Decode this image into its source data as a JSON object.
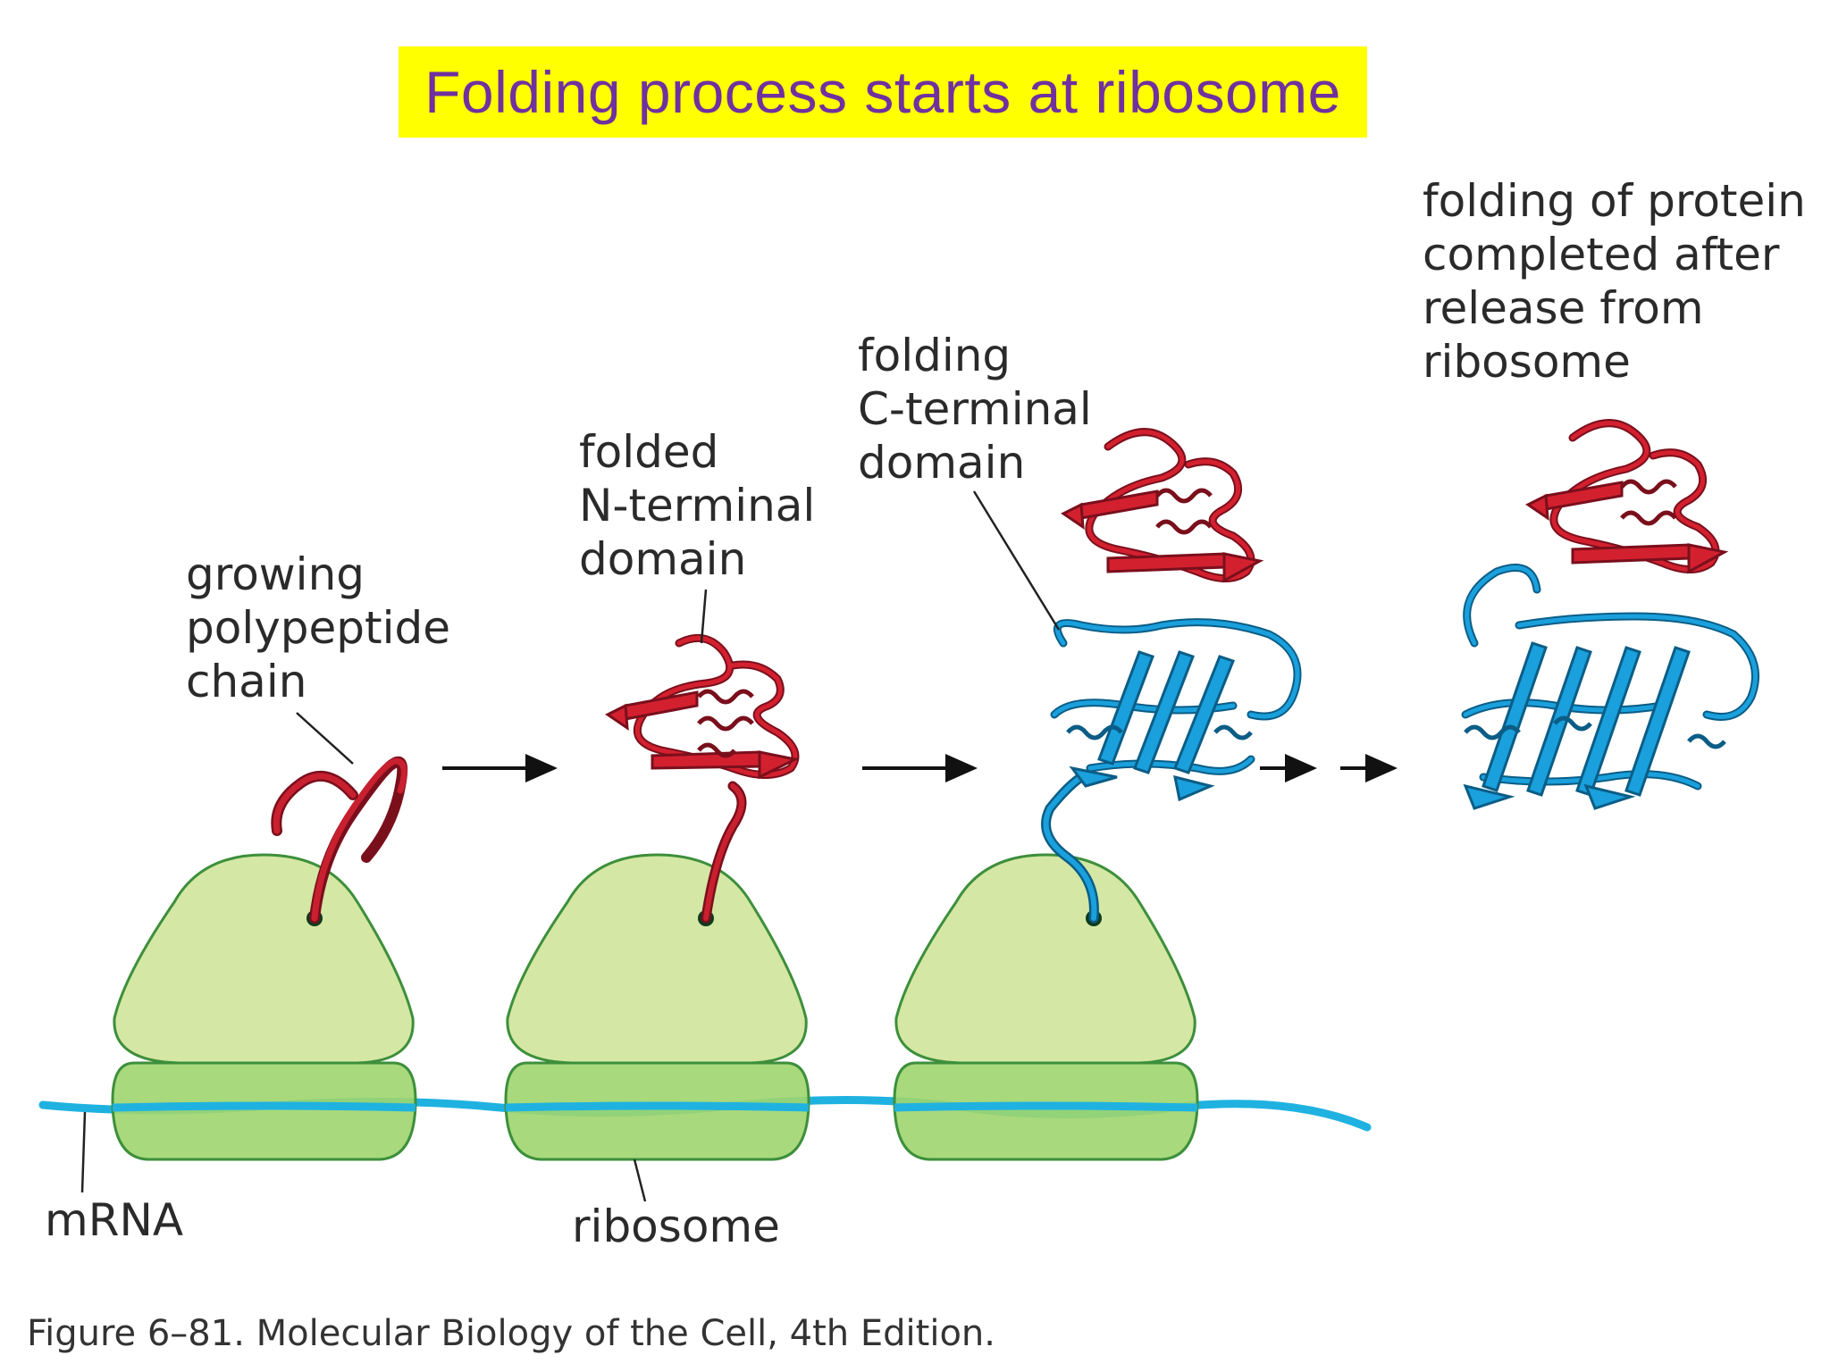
{
  "title": "Folding process starts at ribosome",
  "labels": {
    "growing_chain": [
      "growing",
      "polypeptide",
      "chain"
    ],
    "folded_n": [
      "folded",
      "N-terminal",
      "domain"
    ],
    "folding_c": [
      "folding",
      "C-terminal",
      "domain"
    ],
    "completed": [
      "folding of protein",
      "completed after",
      "release from",
      "ribosome"
    ],
    "mrna": "mRNA",
    "ribosome": "ribosome"
  },
  "caption": "Figure 6–81. Molecular Biology of the Cell, 4th Edition.",
  "colors": {
    "title_bg": "#ffff00",
    "title_text": "#7030a0",
    "ribosome_large": "#d4e7a4",
    "ribosome_small": "#9fd56e",
    "ribosome_outline": "#3d8f3b",
    "mrna": "#1fb2e0",
    "n_domain": "#d3202f",
    "c_domain": "#1aa0dc"
  }
}
